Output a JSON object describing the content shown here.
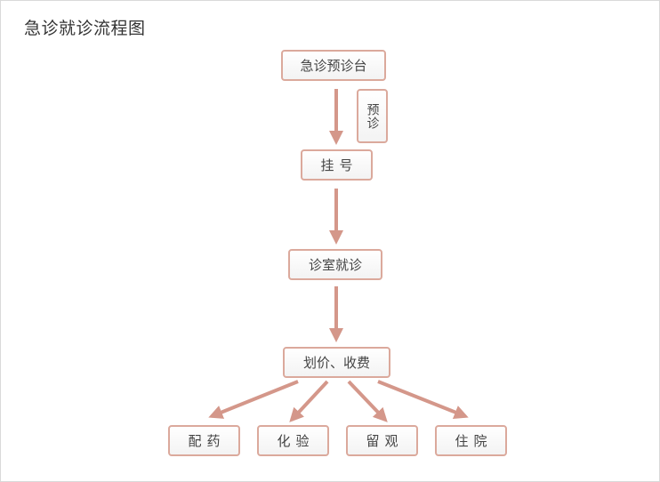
{
  "title": "急诊就诊流程图",
  "colors": {
    "arrow": "#d4978a",
    "node_border": "#dba99c",
    "text": "#444444"
  },
  "nodes": {
    "triage_desk": "急诊预诊台",
    "pre_exam_note": "预诊",
    "registration": "挂号",
    "consultation": "诊室就诊",
    "pricing_payment": "划价、收费",
    "dispensing": "配药",
    "lab_test": "化验",
    "observation": "留观",
    "hospitalization": "住院"
  },
  "edges": [
    [
      "triage_desk",
      "registration"
    ],
    [
      "registration",
      "consultation"
    ],
    [
      "consultation",
      "pricing_payment"
    ],
    [
      "pricing_payment",
      "dispensing"
    ],
    [
      "pricing_payment",
      "lab_test"
    ],
    [
      "pricing_payment",
      "observation"
    ],
    [
      "pricing_payment",
      "hospitalization"
    ]
  ]
}
